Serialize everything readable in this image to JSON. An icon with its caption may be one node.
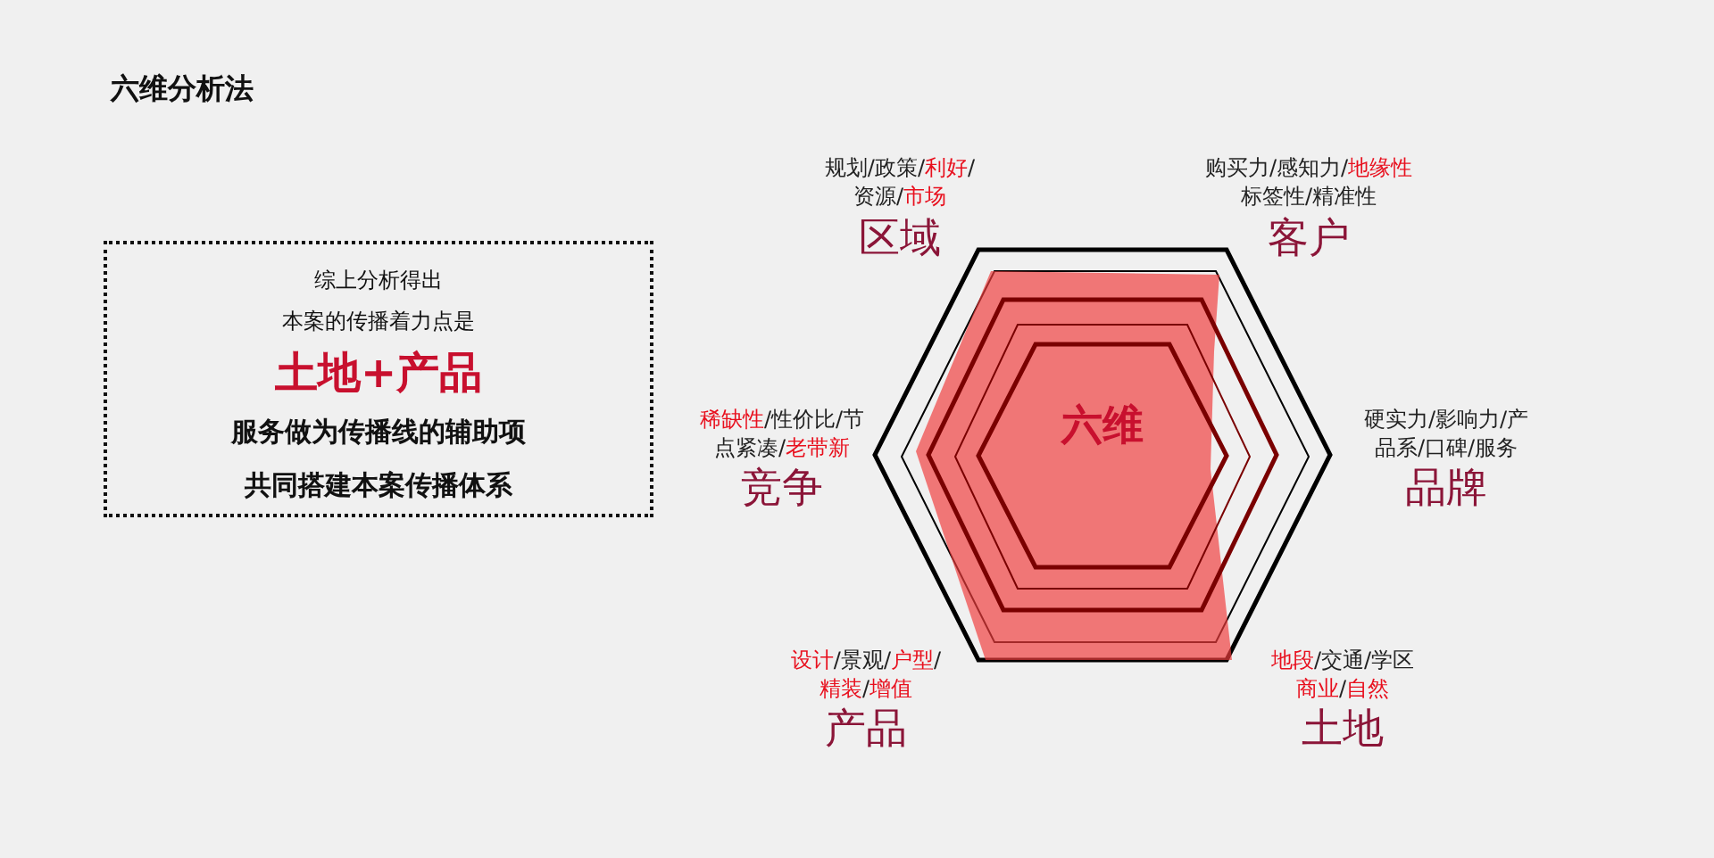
{
  "diagram": {
    "title": "六维分析法",
    "nodes": [
      {
        "text": [
          "综上分析得出",
          "本案的传播着力点是",
          "土地+产品",
          "服务做为传播线的辅助项",
          "共同搭建本案传播体系"
        ]
      },
      {
        "text": [
          "六维"
        ]
      }
    ],
    "labels": [
      "规划/政策/**利好**/资源/**市场**",
      "区域",
      "购买力/感知力/**地缘性**标签性/精准性",
      "客户",
      "**稀缺性**/性价比/节点紧凑/**老带新**",
      "竞争",
      "硬实力/影响力/产品系/口碑/服务",
      "品牌",
      "**设计**/景观/**户型**/**精装**/**增值**",
      "产品",
      "**地段**/交通/学区**商业**/**自然**",
      "土地"
    ]
  }
}
